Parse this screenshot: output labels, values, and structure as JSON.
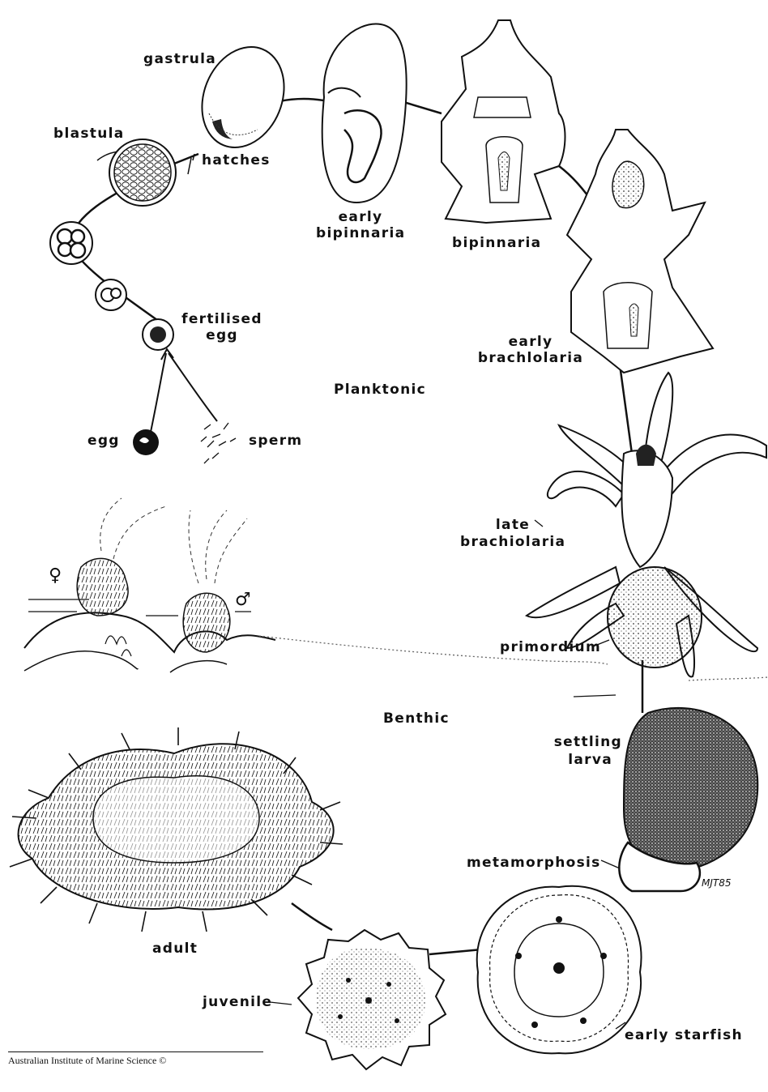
{
  "diagram": {
    "zones": {
      "planktonic": "Planktonic",
      "benthic": "Benthic"
    },
    "stages": {
      "gastrula": "gastrula",
      "blastula": "blastula",
      "hatches": "hatches",
      "early_bipinnaria_1": "early",
      "early_bipinnaria_2": "bipinnaria",
      "bipinnaria": "bipinnaria",
      "early_brachiolaria_1": "early",
      "early_brachiolaria_2": "brachlolaria",
      "fertilised_egg_1": "fertilised",
      "fertilised_egg_2": "egg",
      "egg": "egg",
      "sperm": "sperm",
      "late_brachiolaria_1": "late",
      "late_brachiolaria_2": "brachiolaria",
      "primordium": "primordium",
      "settling_larva_1": "settling",
      "settling_larva_2": "larva",
      "metamorphosis": "metamorphosis",
      "adult": "adult",
      "juvenile": "juvenile",
      "early_starfish": "early starfish"
    },
    "symbols": {
      "female": "♀",
      "male": "♂"
    },
    "signature": "MJT85",
    "credit": "Australian Institute of Marine Science ©"
  }
}
